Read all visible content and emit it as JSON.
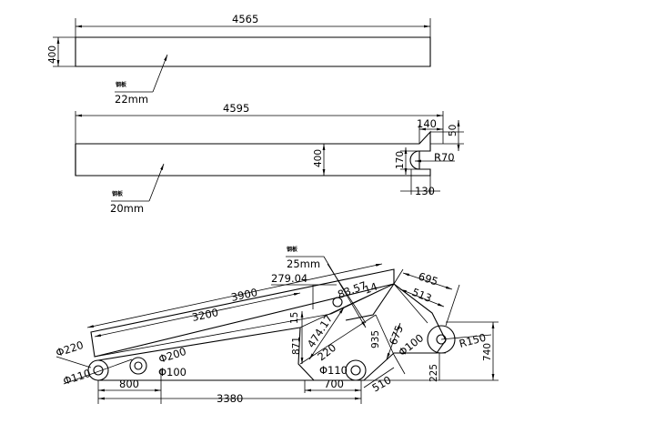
{
  "part1": {
    "length": "4565",
    "height": "400",
    "material": "钢板",
    "thickness": "22mm"
  },
  "part2": {
    "length": "4595",
    "height": "400",
    "notch_width": "140",
    "notch_depth": "50",
    "slot_height": "170",
    "slot_radius": "R70",
    "slot_length": "130",
    "material": "钢板",
    "thickness": "20mm"
  },
  "part3": {
    "material": "钢板",
    "thickness": "25mm",
    "dims": {
      "d_279_04": "279.04",
      "d_3900": "3900",
      "d_83_57": "83.57",
      "d_14": "14",
      "d_695": "695",
      "d_513": "513",
      "d_3200": "3200",
      "d_15": "15",
      "d_474_17": "474.17",
      "d_935": "935",
      "d_871": "871",
      "d_675": "675",
      "d_220": "220",
      "d_phi110": "Φ110",
      "d_phi100": "Φ100",
      "d_r150": "R150",
      "d_740": "740",
      "d_225": "225",
      "d_phi220": "Φ220",
      "d_phi200": "Φ200",
      "d_left_phi110": "Φ110",
      "d_left_phi100": "Φ100",
      "d_800": "800",
      "d_3380": "3380",
      "d_700": "700",
      "d_510": "510"
    }
  }
}
